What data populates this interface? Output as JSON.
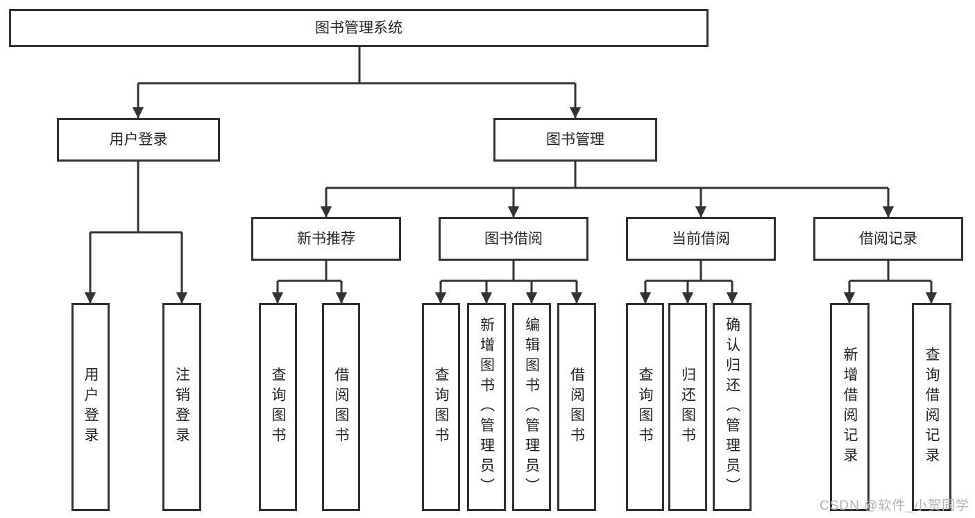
{
  "diagram": {
    "title": "图书管理系统",
    "tree": {
      "label": "图书管理系统",
      "children": [
        {
          "label": "用户登录",
          "children": [
            {
              "label": "用户登录"
            },
            {
              "label": "注销登录"
            }
          ]
        },
        {
          "label": "图书管理",
          "children": [
            {
              "label": "新书推荐",
              "children": [
                {
                  "label": "查询图书"
                },
                {
                  "label": "借阅图书"
                }
              ]
            },
            {
              "label": "图书借阅",
              "children": [
                {
                  "label": "查询图书"
                },
                {
                  "label": "新增图书（管理员）"
                },
                {
                  "label": "编辑图书（管理员）"
                },
                {
                  "label": "借阅图书"
                }
              ]
            },
            {
              "label": "当前借阅",
              "children": [
                {
                  "label": "查询图书"
                },
                {
                  "label": "归还图书"
                },
                {
                  "label": "确认归还（管理员）"
                }
              ]
            },
            {
              "label": "借阅记录",
              "children": [
                {
                  "label": "新增借阅记录"
                },
                {
                  "label": "查询借阅记录"
                }
              ]
            }
          ]
        }
      ]
    }
  },
  "watermark": {
    "text": "CSDN @软件_小贺同学"
  },
  "colors": {
    "line": "#333333",
    "box_border": "#313131",
    "text": "#222222",
    "watermark": "#b3b3b3",
    "background": "#ffffff"
  }
}
